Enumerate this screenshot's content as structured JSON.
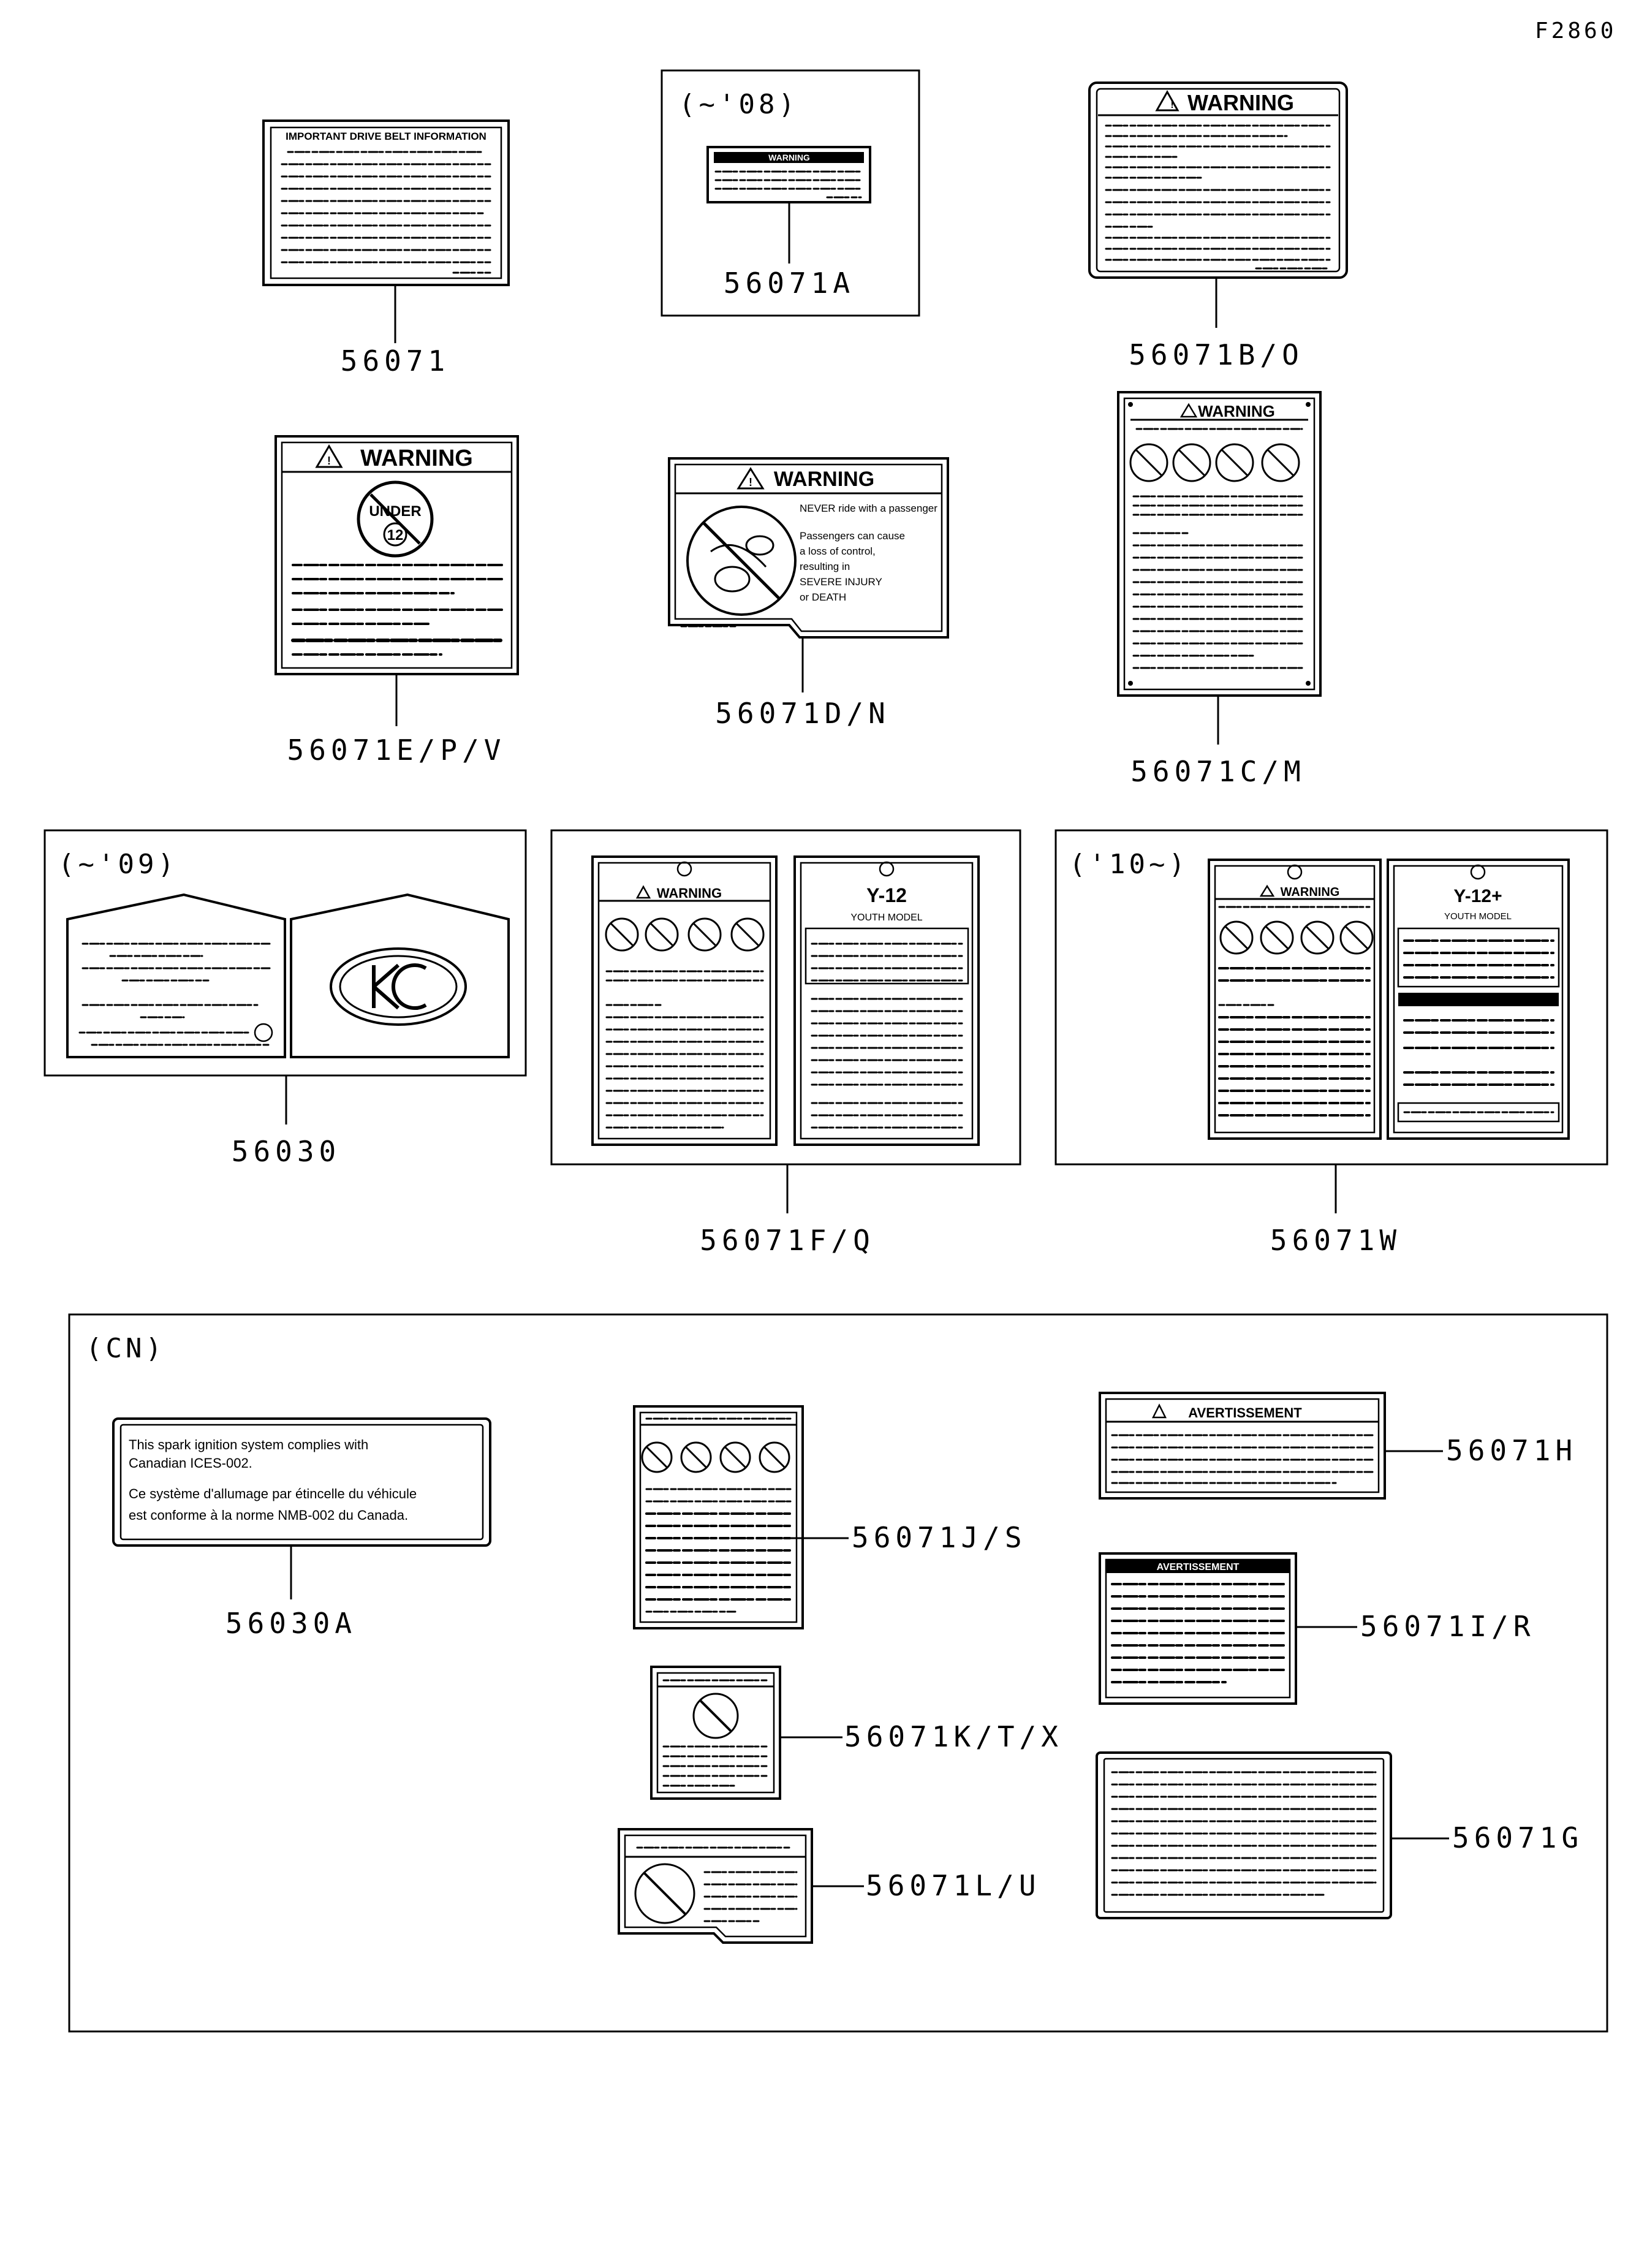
{
  "figure_code": "F2860",
  "groups": {
    "g08": "(~'08)",
    "g09": "(~'09)",
    "g10": "('10~)",
    "gcn": "(CN)"
  },
  "parts": {
    "p56071": "56071",
    "p56071A": "56071A",
    "p56071BO": "56071B/O",
    "p56071EPV": "56071E/P/V",
    "p56071DN": "56071D/N",
    "p56071CM": "56071C/M",
    "p56030": "56030",
    "p56071FQ": "56071F/Q",
    "p56071W": "56071W",
    "p56030A": "56030A",
    "p56071JS": "56071J/S",
    "p56071H": "56071H",
    "p56071IR": "56071I/R",
    "p56071KTX": "56071K/T/X",
    "p56071G": "56071G",
    "p56071LU": "56071L/U"
  },
  "labels": {
    "drive_belt_title": "IMPORTANT DRIVE BELT INFORMATION",
    "warning": "WARNING",
    "under": "UNDER",
    "twelve": "12",
    "never_passenger": "NEVER ride with a passenger",
    "passengers_cause": "Passengers can cause",
    "loss_of_control": "a loss of control,",
    "resulting_in": "resulting in",
    "severe_injury": "SEVERE INJURY",
    "or_death": "or DEATH",
    "y12": "Y-12",
    "y12plus": "Y-12+",
    "youth_model": "YOUTH MODEL",
    "cn_line1": "This spark ignition system complies with",
    "cn_line2": "Canadian ICES-002.",
    "cn_line3": "Ce système d'allumage par étincelle du véhicule",
    "cn_line4": "est conforme à la norme NMB-002 du Canada.",
    "avertissement": "AVERTISSEMENT"
  }
}
